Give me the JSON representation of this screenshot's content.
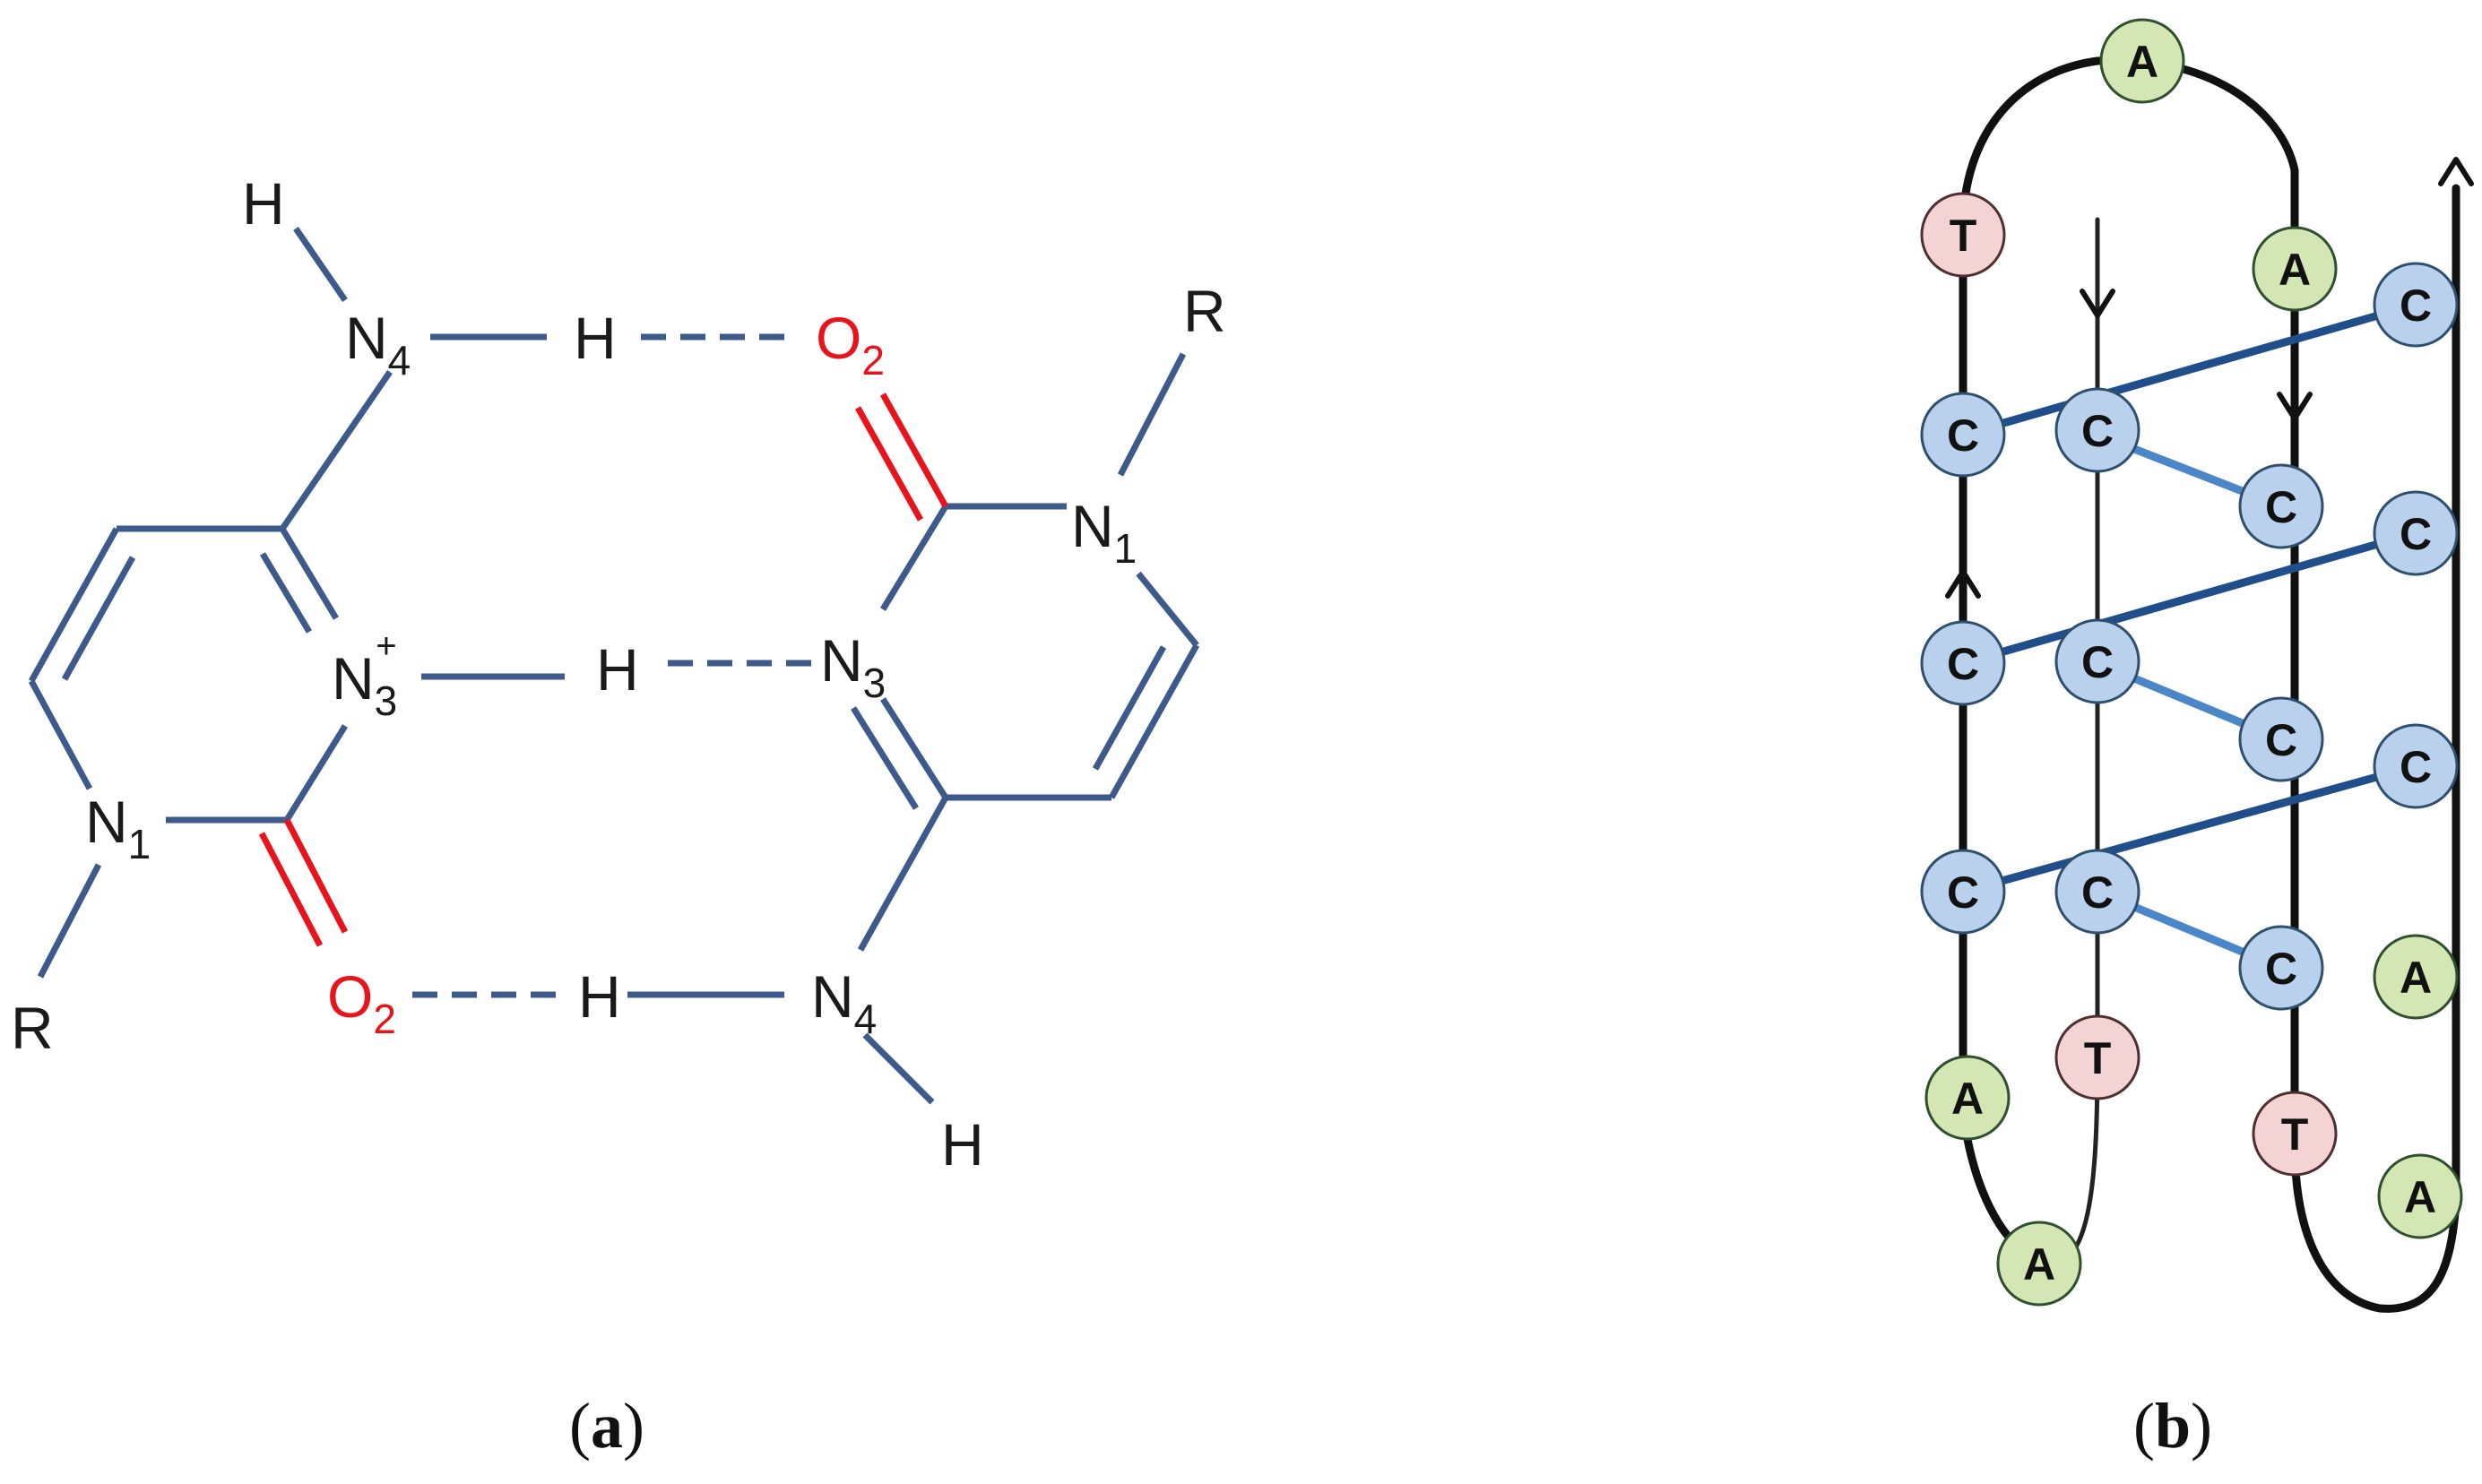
{
  "panel_a": {
    "caption_open": "(",
    "caption_letter": "a",
    "caption_close": ")",
    "left_base": {
      "h_top": "H",
      "n4": "N",
      "n4_sub": "4",
      "h_mid1": "H",
      "n3": "N",
      "n3_sub": "3",
      "n3_charge": "+",
      "h_mid2": "H",
      "n1": "N",
      "n1_sub": "1",
      "o2": "O",
      "o2_sub": "2",
      "r": "R"
    },
    "right_base": {
      "r": "R",
      "o2": "O",
      "o2_sub": "2",
      "n1": "N",
      "n1_sub": "1",
      "n3": "N",
      "n3_sub": "3",
      "h_bot": "H",
      "n4": "N",
      "n4_sub": "4",
      "h_end": "H"
    },
    "colors": {
      "bond": "#3d5a8a",
      "oxygen": "#e8141c"
    }
  },
  "panel_b": {
    "caption_open": "(",
    "caption_letter": "b",
    "caption_close": ")",
    "nucleotides": {
      "top_a": "A",
      "t1": "T",
      "a2": "A",
      "c_r1": "C",
      "c_l1": "C",
      "c_m1": "C",
      "c_n1": "C",
      "c_r2": "C",
      "c_l2": "C",
      "c_m2": "C",
      "c_n2": "C",
      "c_r3": "C",
      "c_l3": "C",
      "c_m3": "C",
      "c_n3": "C",
      "a_r4": "A",
      "t_m4": "T",
      "a_l4": "A",
      "t_n4": "T",
      "a_bl": "A",
      "a_br": "A"
    },
    "colors": {
      "cytosine": "#b9d1ec",
      "adenine": "#d3e6b4",
      "thymine": "#f3d3d3",
      "pair_dark": "#1f4e8a",
      "pair_light": "#4a86c8"
    }
  }
}
